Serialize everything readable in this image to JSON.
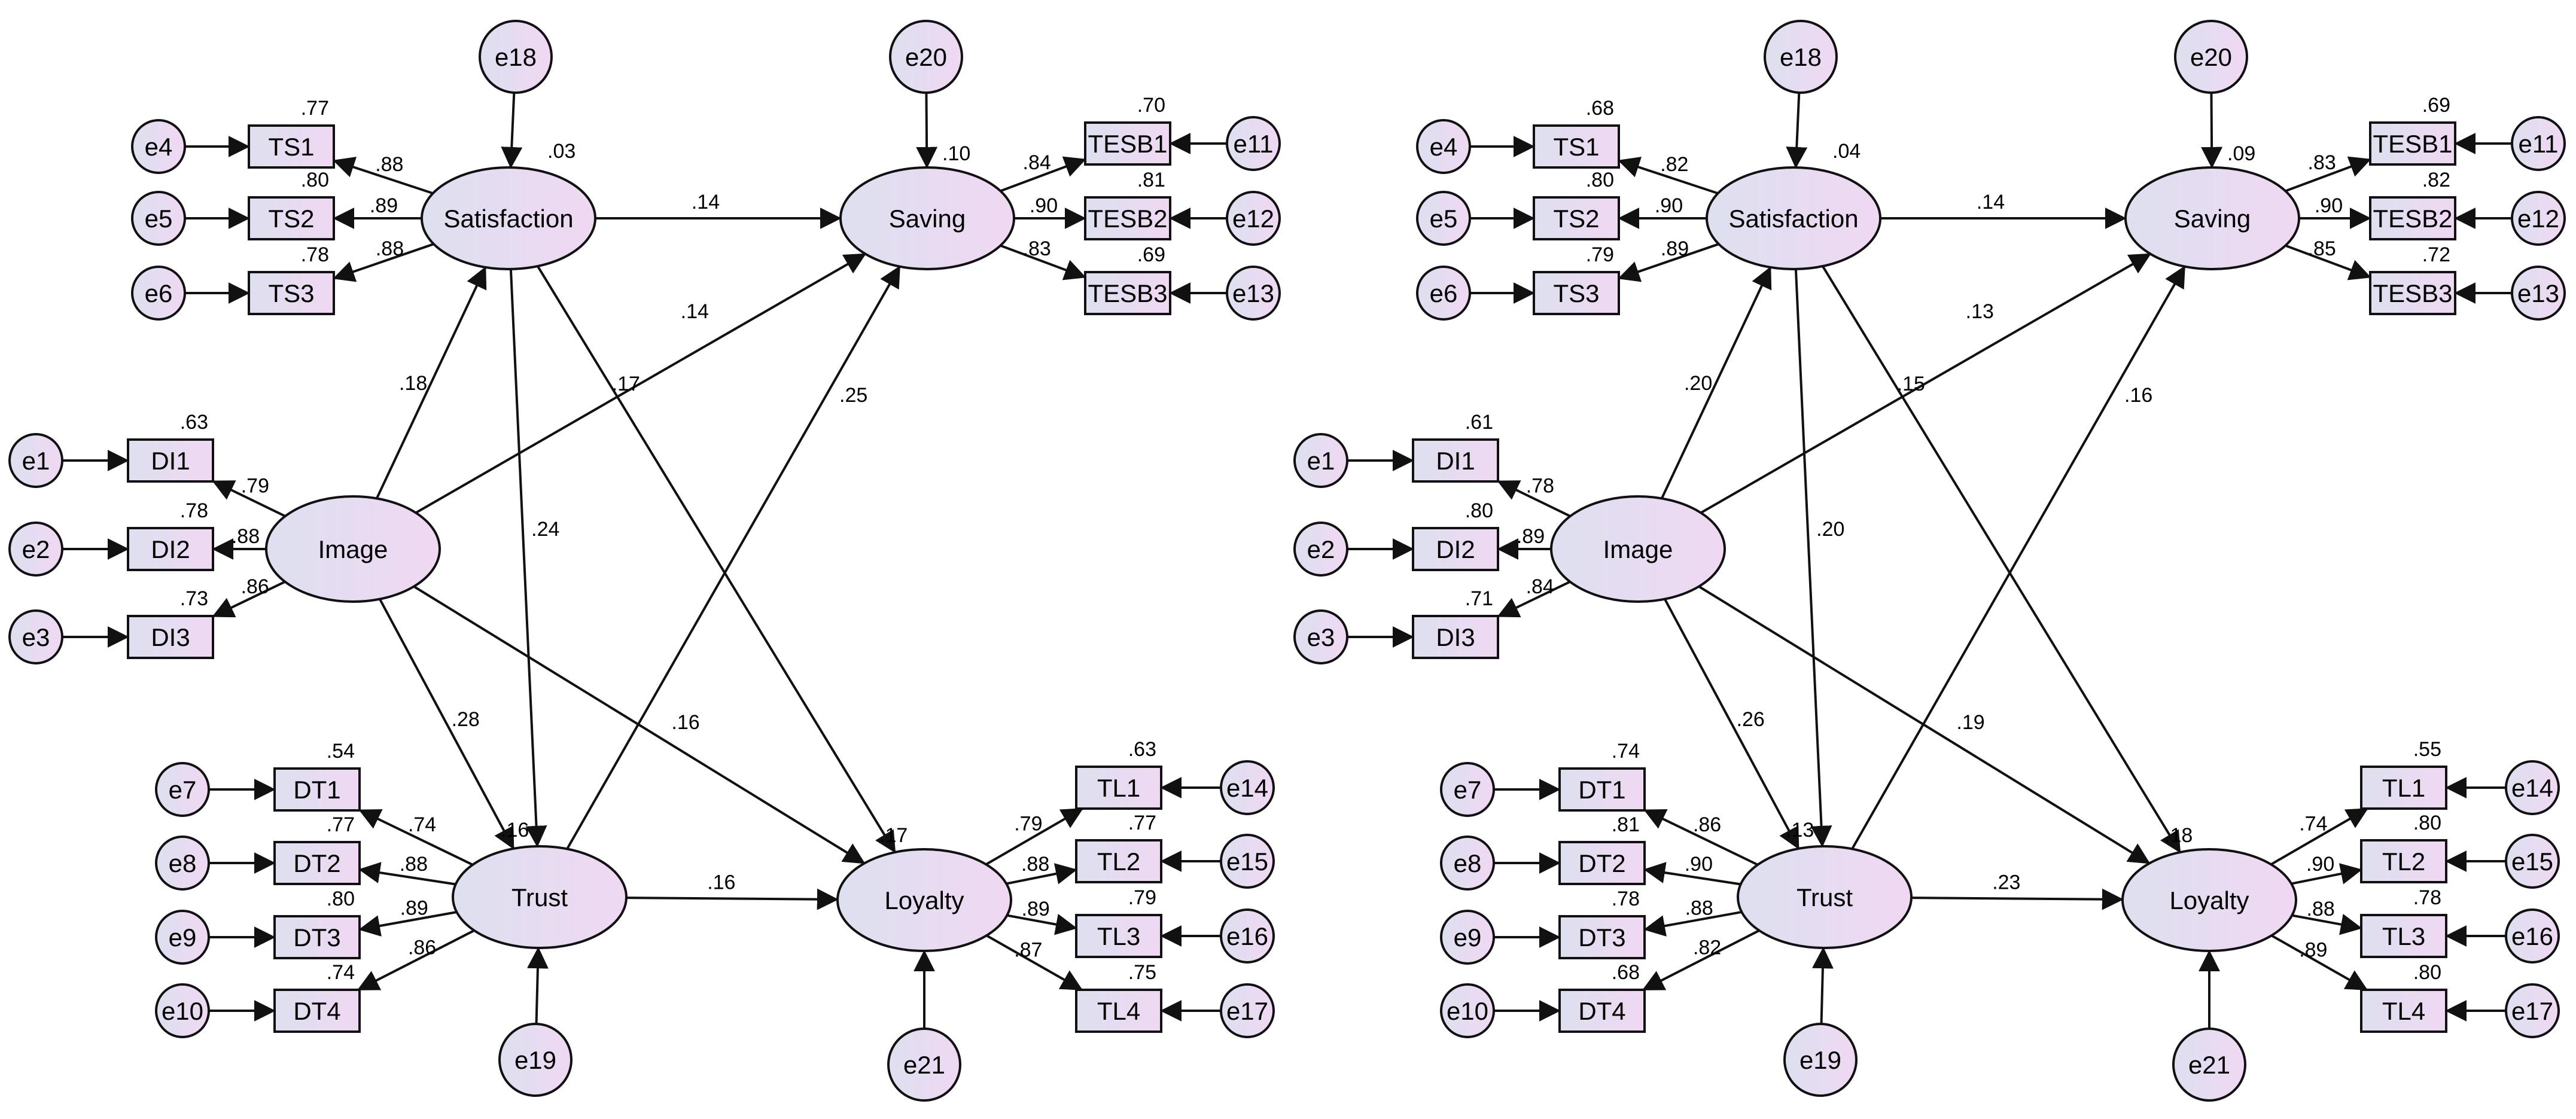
{
  "colors": {
    "node_fill_light": "#dde0f0",
    "node_fill_pink": "#f0d8f2",
    "stroke": "#111111",
    "background": "#ffffff"
  },
  "diagrams": [
    {
      "id": "left",
      "variables": {
        "satisfaction": "Satisfaction",
        "image": "Image",
        "trust": "Trust",
        "saving": "Saving",
        "loyalty": "Loyalty",
        "ts1": "TS1",
        "ts2": "TS2",
        "ts3": "TS3",
        "di1": "DI1",
        "di2": "DI2",
        "di3": "DI3",
        "dt1": "DT1",
        "dt2": "DT2",
        "dt3": "DT3",
        "dt4": "DT4",
        "tesb1": "TESB1",
        "tesb2": "TESB2",
        "tesb3": "TESB3",
        "tl1": "TL1",
        "tl2": "TL2",
        "tl3": "TL3",
        "tl4": "TL4",
        "e1": "e1",
        "e2": "e2",
        "e3": "e3",
        "e4": "e4",
        "e5": "e5",
        "e6": "e6",
        "e7": "e7",
        "e8": "e8",
        "e9": "e9",
        "e10": "e10",
        "e11": "e11",
        "e12": "e12",
        "e13": "e13",
        "e14": "e14",
        "e15": "e15",
        "e16": "e16",
        "e17": "e17",
        "e18": "e18",
        "e19": "e19",
        "e20": "e20",
        "e21": "e21"
      },
      "r2": {
        "satisfaction": ".03",
        "saving": ".10",
        "trust": ".16",
        "loyalty": ".17",
        "ts1": ".77",
        "ts2": ".80",
        "ts3": ".78",
        "di1": ".63",
        "di2": ".78",
        "di3": ".73",
        "dt1": ".54",
        "dt2": ".77",
        "dt3": ".80",
        "dt4": ".74",
        "tesb1": ".70",
        "tesb2": ".81",
        "tesb3": ".69",
        "tl1": ".63",
        "tl2": ".77",
        "tl3": ".79",
        "tl4": ".75"
      },
      "loadings": {
        "ts1": ".88",
        "ts2": ".89",
        "ts3": ".88",
        "di1": ".79",
        "di2": ".88",
        "di3": ".86",
        "dt1": ".74",
        "dt2": ".88",
        "dt3": ".89",
        "dt4": ".86",
        "tesb1": ".84",
        "tesb2": ".90",
        "tesb3": ".83",
        "tl1": ".79",
        "tl2": ".88",
        "tl3": ".89",
        "tl4": ".87"
      },
      "paths": {
        "img_sat": ".18",
        "sat_sav": ".14",
        "sat_loy": ".17",
        "sat_tru": ".24",
        "img_sav": ".14",
        "tru_sav": ".25",
        "img_tru": ".28",
        "img_loy": ".16",
        "tru_loy": ".16"
      }
    },
    {
      "id": "right",
      "variables": {
        "satisfaction": "Satisfaction",
        "image": "Image",
        "trust": "Trust",
        "saving": "Saving",
        "loyalty": "Loyalty",
        "ts1": "TS1",
        "ts2": "TS2",
        "ts3": "TS3",
        "di1": "DI1",
        "di2": "DI2",
        "di3": "DI3",
        "dt1": "DT1",
        "dt2": "DT2",
        "dt3": "DT3",
        "dt4": "DT4",
        "tesb1": "TESB1",
        "tesb2": "TESB2",
        "tesb3": "TESB3",
        "tl1": "TL1",
        "tl2": "TL2",
        "tl3": "TL3",
        "tl4": "TL4",
        "e1": "e1",
        "e2": "e2",
        "e3": "e3",
        "e4": "e4",
        "e5": "e5",
        "e6": "e6",
        "e7": "e7",
        "e8": "e8",
        "e9": "e9",
        "e10": "e10",
        "e11": "e11",
        "e12": "e12",
        "e13": "e13",
        "e14": "e14",
        "e15": "e15",
        "e16": "e16",
        "e17": "e17",
        "e18": "e18",
        "e19": "e19",
        "e20": "e20",
        "e21": "e21"
      },
      "r2": {
        "satisfaction": ".04",
        "saving": ".09",
        "trust": ".13",
        "loyalty": ".18",
        "ts1": ".68",
        "ts2": ".80",
        "ts3": ".79",
        "di1": ".61",
        "di2": ".80",
        "di3": ".71",
        "dt1": ".74",
        "dt2": ".81",
        "dt3": ".78",
        "dt4": ".68",
        "tesb1": ".69",
        "tesb2": ".82",
        "tesb3": ".72",
        "tl1": ".55",
        "tl2": ".80",
        "tl3": ".78",
        "tl4": ".80"
      },
      "loadings": {
        "ts1": ".82",
        "ts2": ".90",
        "ts3": ".89",
        "di1": ".78",
        "di2": ".89",
        "di3": ".84",
        "dt1": ".86",
        "dt2": ".90",
        "dt3": ".88",
        "dt4": ".82",
        "tesb1": ".83",
        "tesb2": ".90",
        "tesb3": ".85",
        "tl1": ".74",
        "tl2": ".90",
        "tl3": ".88",
        "tl4": ".89"
      },
      "paths": {
        "img_sat": ".20",
        "sat_sav": ".14",
        "sat_loy": ".15",
        "sat_tru": ".20",
        "img_sav": ".13",
        "tru_sav": ".16",
        "img_tru": ".26",
        "img_loy": ".19",
        "tru_loy": ".23"
      }
    }
  ]
}
